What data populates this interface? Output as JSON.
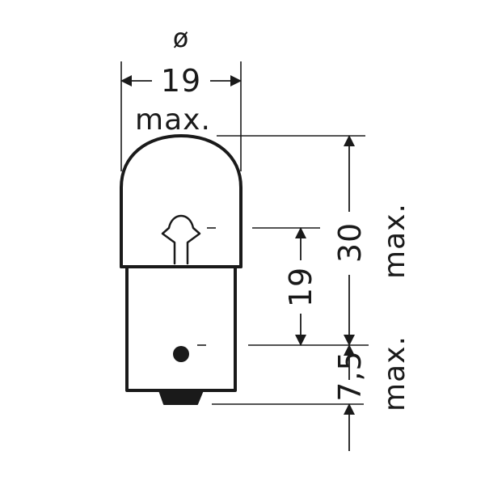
{
  "diagram": {
    "width_dimension": {
      "diameter_symbol": "ø",
      "value": "19",
      "qualifier": "max."
    },
    "overall_length_dimension": {
      "value": "30",
      "qualifier": "max."
    },
    "light_center_dimension": {
      "value": "19"
    },
    "base_pin_dimension": {
      "value": "7,5",
      "qualifier": "max."
    },
    "colors": {
      "line": "#1a1a1a",
      "background": "#ffffff"
    }
  }
}
